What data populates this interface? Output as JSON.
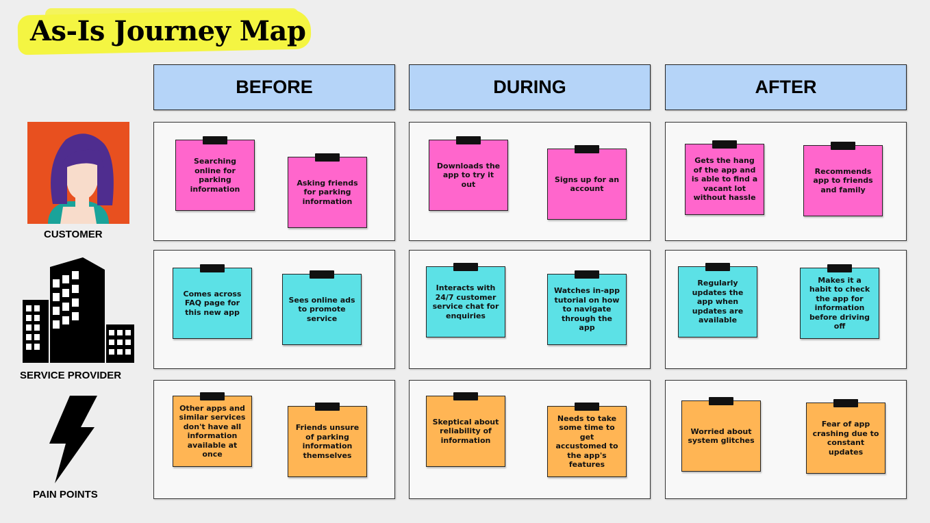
{
  "title": "As-Is Journey Map",
  "phases": [
    "BEFORE",
    "DURING",
    "AFTER"
  ],
  "rows": [
    {
      "label": "CUSTOMER",
      "icon": "customer-avatar-icon",
      "color": "#ff66cc",
      "cells": [
        [
          "Searching online for parking information",
          "Asking friends for parking information"
        ],
        [
          "Downloads the app to try it out",
          "Signs up for an account"
        ],
        [
          "Gets the hang of the app and is able to find a vacant lot without hassle",
          "Recommends app to friends and family"
        ]
      ]
    },
    {
      "label": "SERVICE PROVIDER",
      "icon": "buildings-icon",
      "color": "#5ce1e6",
      "cells": [
        [
          "Comes across FAQ page for this new app",
          "Sees online ads to promote service"
        ],
        [
          "Interacts with 24/7 customer service chat for enquiries",
          "Watches in-app tutorial on how to navigate through the app"
        ],
        [
          "Regularly updates the app when updates are available",
          "Makes it a habit to check the app for information before driving off"
        ]
      ]
    },
    {
      "label": "PAIN POINTS",
      "icon": "lightning-bolt-icon",
      "color": "#ffb554",
      "cells": [
        [
          "Other apps and similar services don't have all information available at once",
          "Friends unsure of parking information themselves"
        ],
        [
          "Skeptical about reliability of information",
          "Needs to take some time to get accustomed to the app's features"
        ],
        [
          "Worried about system glitches",
          "Fear of app crashing due to constant updates"
        ]
      ]
    }
  ],
  "colors": {
    "phase_header": "#b5d4f8",
    "title_highlight": "#f4f542",
    "customer_bg": "#e8501f",
    "customer_hair": "#4f2d8f"
  }
}
